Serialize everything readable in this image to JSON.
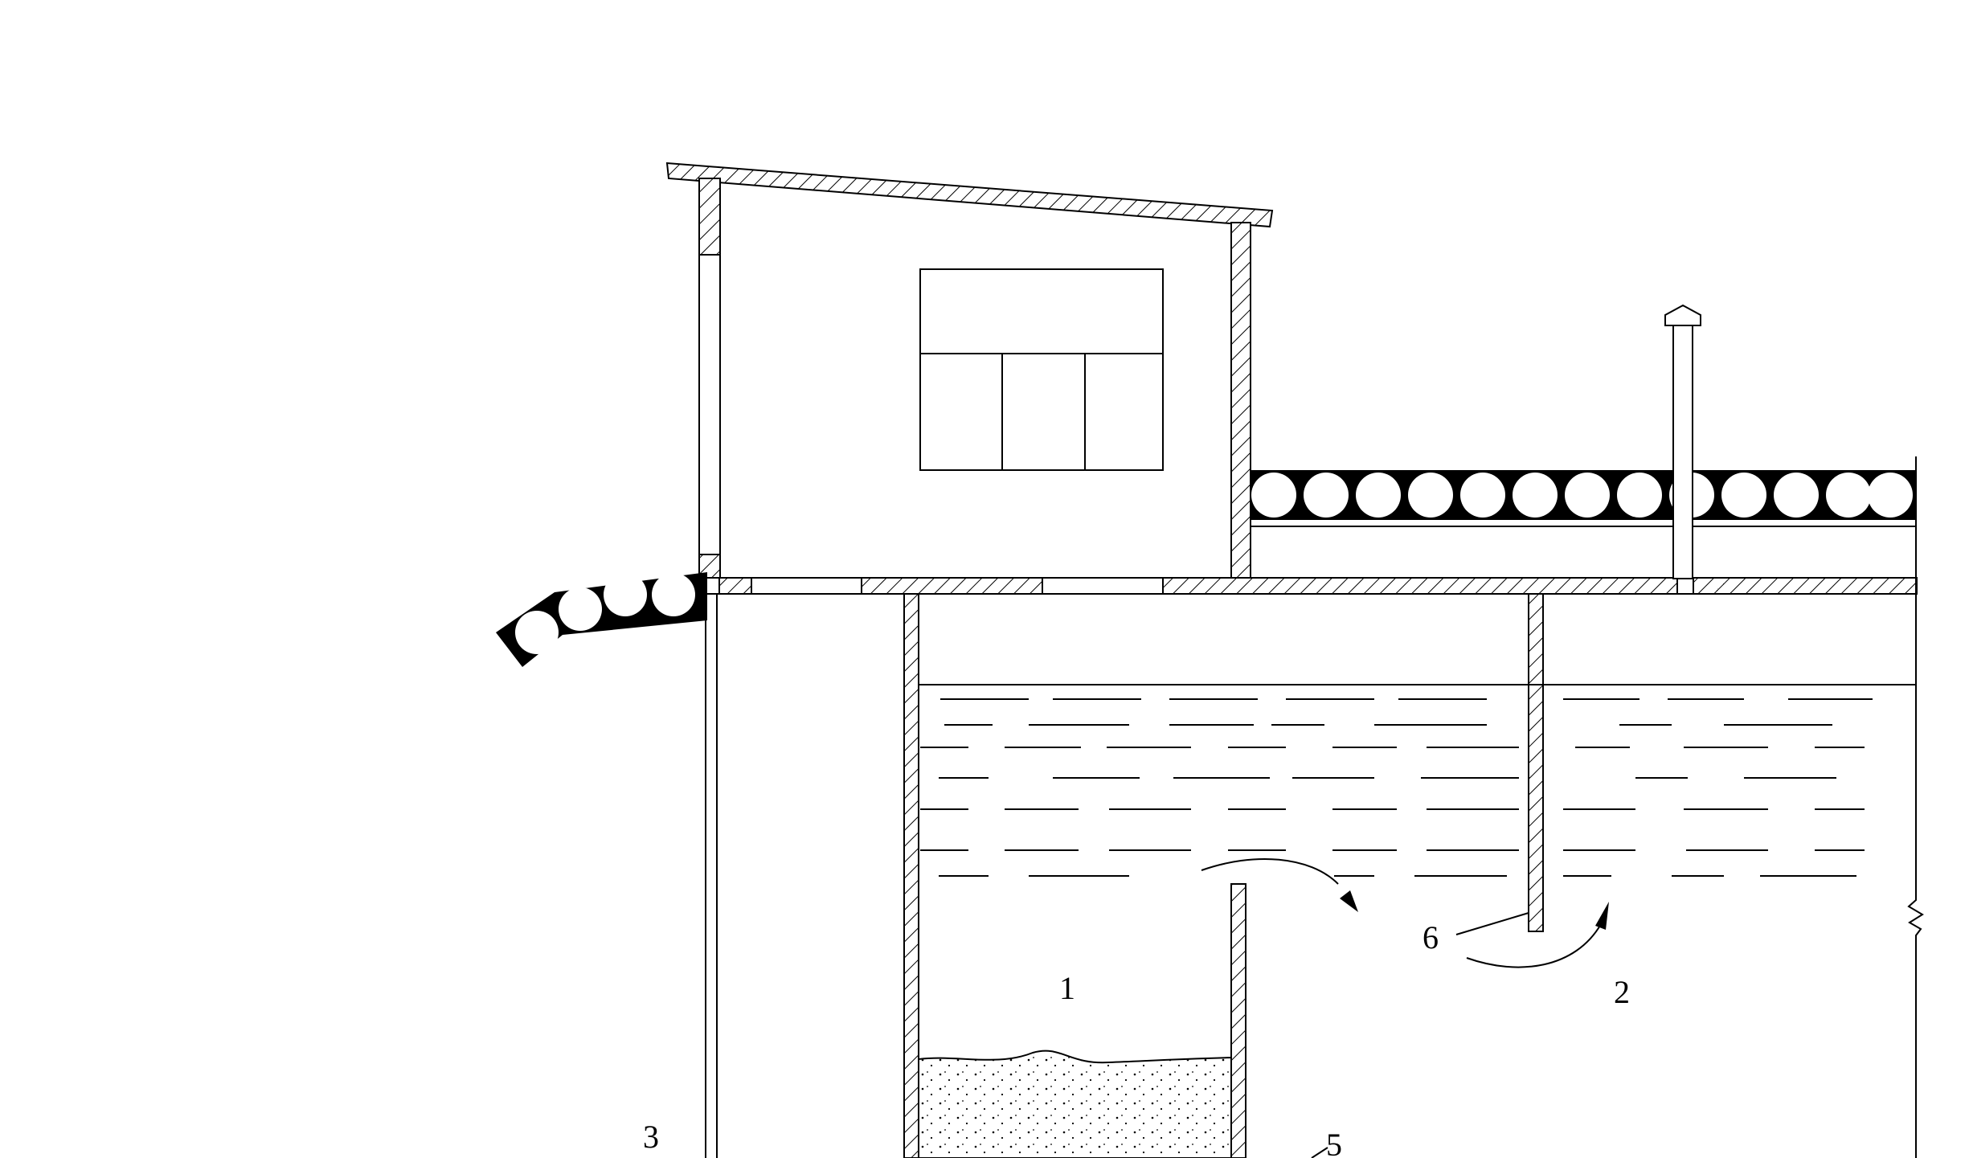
{
  "labels": {
    "l1": "1",
    "l2": "2",
    "l3": "3",
    "l5": "5",
    "l6": "6"
  },
  "colors": {
    "line": "#000000",
    "background": "#ffffff"
  }
}
